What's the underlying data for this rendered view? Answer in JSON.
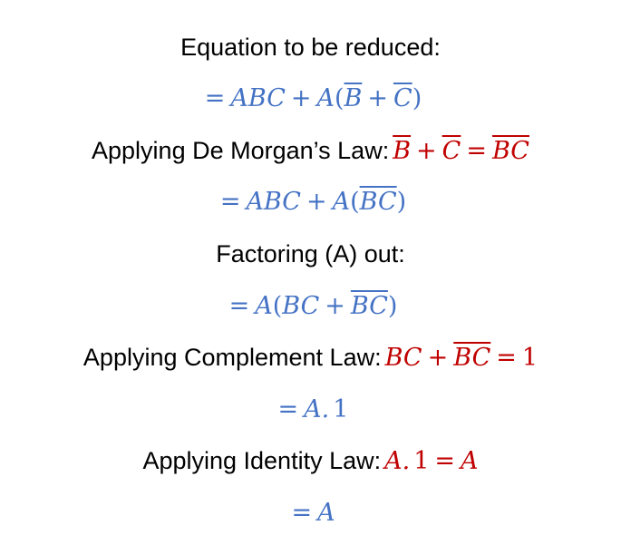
{
  "colors": {
    "text": "#000000",
    "result": "#4472C4",
    "law": "#C00000",
    "background": "#FFFFFF"
  },
  "steps": [
    {
      "type": "label",
      "text": "Equation to be reduced:"
    },
    {
      "type": "result",
      "parts": {
        "eq": "=",
        "t1": "ABC",
        "plus": "+",
        "a": "A",
        "lp": "(",
        "b": "B",
        "plus2": "+",
        "c": "C",
        "rp": ")"
      }
    },
    {
      "type": "label_with_law",
      "text": "Applying De Morgan’s Law:",
      "law": {
        "b": "B",
        "plus": "+",
        "c": "C",
        "eq": "=",
        "bc": "BC"
      }
    },
    {
      "type": "result",
      "parts": {
        "eq": "=",
        "t1": "ABC",
        "plus": "+",
        "a": "A",
        "lp": "(",
        "bc": "BC",
        "rp": ")"
      }
    },
    {
      "type": "label",
      "text": "Factoring (A) out:"
    },
    {
      "type": "result",
      "parts": {
        "eq": "=",
        "a": "A",
        "lp": "(",
        "bc": "BC",
        "plus": "+",
        "bcbar": "BC",
        "rp": ")"
      }
    },
    {
      "type": "label_with_law",
      "text": "Applying Complement Law:",
      "law": {
        "bc": "BC",
        "plus": "+",
        "bcbar": "BC",
        "eq": "=",
        "one": "1"
      }
    },
    {
      "type": "result",
      "parts": {
        "eq": "=",
        "a": "A.",
        "one": "1"
      }
    },
    {
      "type": "label_with_law",
      "text": "Applying Identity Law:",
      "law": {
        "a": "A.",
        "one": "1",
        "eq": "=",
        "res": "A"
      }
    },
    {
      "type": "result",
      "parts": {
        "eq": "=",
        "a": "A"
      }
    }
  ]
}
